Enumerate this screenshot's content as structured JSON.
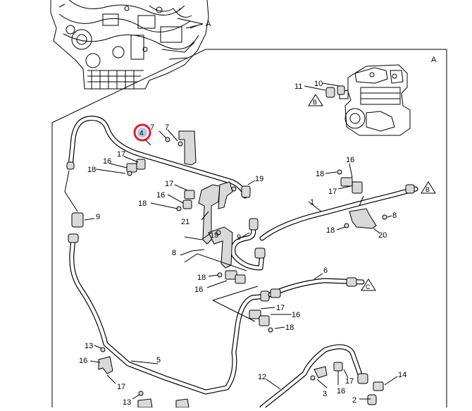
{
  "diagram": {
    "detail_view_letter": "A",
    "engine_callout": "A",
    "highlighted_callout": "4",
    "highlight_color": "#e0202a",
    "highlight_fill": "#b8c8dc",
    "triangle_refs": [
      "B",
      "B",
      "C"
    ],
    "callouts": [
      "11",
      "10",
      "7",
      "7",
      "17",
      "16",
      "18",
      "17",
      "16",
      "18",
      "21",
      "19",
      "9",
      "8",
      "18",
      "16",
      "19",
      "9",
      "16",
      "18",
      "17",
      "1",
      "8",
      "18",
      "20",
      "6",
      "17",
      "16",
      "18",
      "13",
      "16",
      "17",
      "5",
      "13",
      "12",
      "3",
      "16",
      "17",
      "14",
      "2"
    ]
  }
}
